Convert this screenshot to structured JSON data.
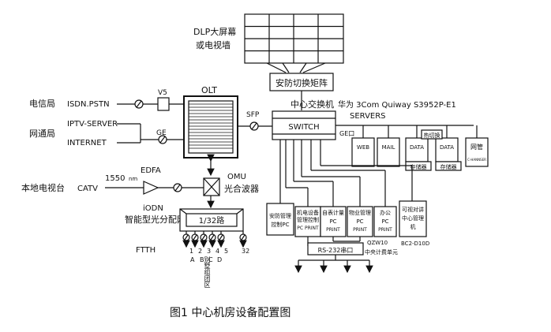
{
  "caption": "图1 中心机房设备配置图",
  "display": {
    "line1": "DLP大屏幕",
    "line2": "或电视墙"
  },
  "matrix": "安防切换矩阵",
  "core_switch": {
    "title": "中心交换机",
    "model": "华为 3Com Quiway S3952P-E1",
    "servers": "SERVERS",
    "switch": "SWITCH",
    "sfp": "SFP",
    "ge_port": "GE口"
  },
  "sources": {
    "telecom": {
      "org": "电信局",
      "signal": "ISDN.PSTN",
      "iface": "V5"
    },
    "netcom": {
      "org": "网通局",
      "signal1": "IPTV-SERVER",
      "signal2": "INTERNET",
      "iface": "GE"
    },
    "tv": {
      "org": "本地电视台",
      "signal": "CATV",
      "wavelength": "1550",
      "unit": "nm",
      "amp": "EDFA"
    }
  },
  "olt": "OLT",
  "omu": {
    "name": "OMU",
    "label": "光合波器"
  },
  "odn": {
    "name": "iODN",
    "label": "智能型光分配网络",
    "splitter": "1/32路"
  },
  "ftth": "FTTH",
  "ports": [
    "1",
    "2",
    "3",
    "4",
    "5",
    "32"
  ],
  "zones": {
    "a": "A",
    "b": "B",
    "c": "C",
    "d": "D",
    "villa_text": "别墅组团区"
  },
  "server_boxes": [
    "WEB",
    "MAIL",
    "DATA",
    "DATA",
    "网管"
  ],
  "storage": [
    "存储器",
    "存储器"
  ],
  "hot_standby": "热切换",
  "nm_small": "C-HANNSER",
  "pcs": [
    {
      "l1": "安防管理",
      "l2": "控制PC",
      "l3": ""
    },
    {
      "l1": "机电设备",
      "l2": "管理控制",
      "l3": "PC PRINT"
    },
    {
      "l1": "自表计量",
      "l2": "PC",
      "l3": "PRINT"
    },
    {
      "l1": "物业管理",
      "l2": "PC",
      "l3": "PRINT"
    },
    {
      "l1": "办公",
      "l2": "PC",
      "l3": "PRINT"
    },
    {
      "l1": "可视对讲",
      "l2": "中心管理",
      "l3": "机"
    }
  ],
  "intercom_model": "BC2-D10D",
  "rs232": "RS-232串口",
  "central_billing": {
    "model": "QZW10",
    "label": "中央计费单元"
  }
}
